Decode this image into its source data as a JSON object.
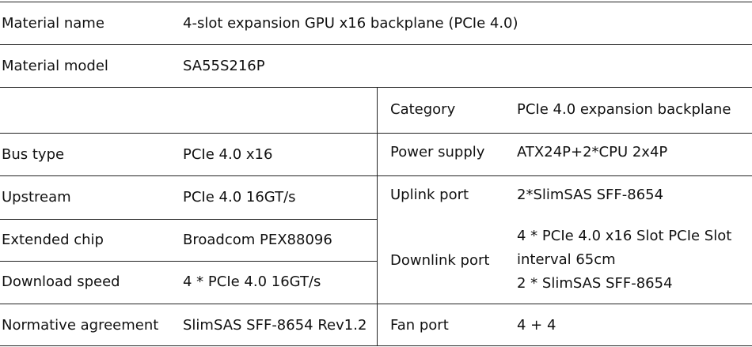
{
  "rows_top": [
    {
      "label": "Material name",
      "value": "4-slot expansion GPU x16 backplane (PCIe 4.0)"
    },
    {
      "label": "Material model",
      "value": "SA55S216P"
    }
  ],
  "left_rows": [
    {
      "label": "",
      "value": ""
    },
    {
      "label": "Bus type",
      "value": "PCIe 4.0 x16"
    },
    {
      "label": "Upstream",
      "value": "PCIe 4.0 16GT/s"
    },
    {
      "label": "Extended chip",
      "value": "Broadcom PEX88096"
    },
    {
      "label": "Download speed",
      "value": "4 * PCIe 4.0 16GT/s"
    },
    {
      "label": "Normative agreement",
      "value": "SlimSAS SFF-8654 Rev1.2"
    }
  ],
  "right_rows": [
    {
      "label": "Category",
      "value": "PCIe 4.0 expansion backplane"
    },
    {
      "label": "Power supply",
      "value": "ATX24P+2*CPU 2x4P"
    },
    {
      "label": "Uplink port",
      "value": "2*SlimSAS SFF-8654"
    },
    {
      "label": "Downlink port",
      "value_lines": [
        "4 * PCIe 4.0 x16 Slot PCIe Slot",
        "interval 65cm",
        "2 * SlimSAS SFF-8654"
      ]
    },
    {
      "label": "Fan port",
      "value": "4 + 4"
    }
  ]
}
